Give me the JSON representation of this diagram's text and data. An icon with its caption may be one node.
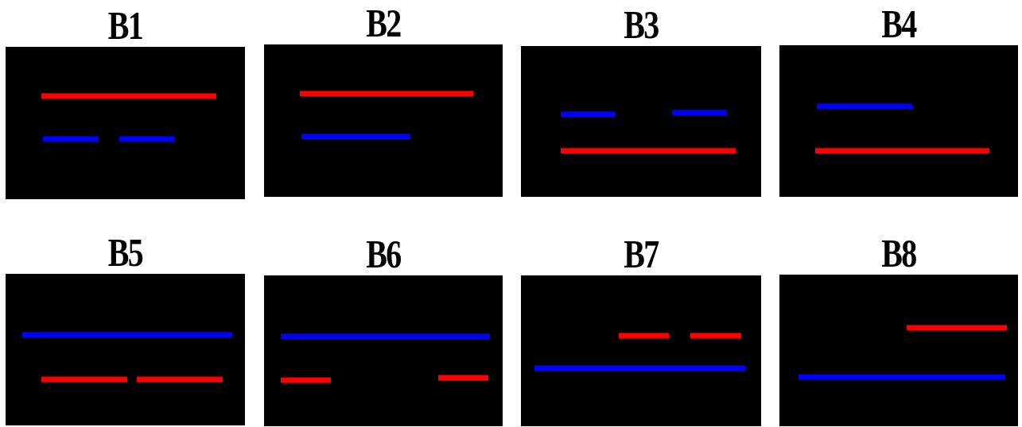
{
  "diagram": {
    "nodes": [
      {
        "text": [
          "B1"
        ]
      },
      {
        "text": [
          "B2"
        ]
      },
      {
        "text": [
          "B3"
        ]
      },
      {
        "text": [
          "B4"
        ]
      },
      {
        "text": [
          "B5"
        ]
      },
      {
        "text": [
          "B6"
        ]
      },
      {
        "text": [
          "B7"
        ]
      },
      {
        "text": [
          "B8"
        ]
      }
    ]
  }
}
